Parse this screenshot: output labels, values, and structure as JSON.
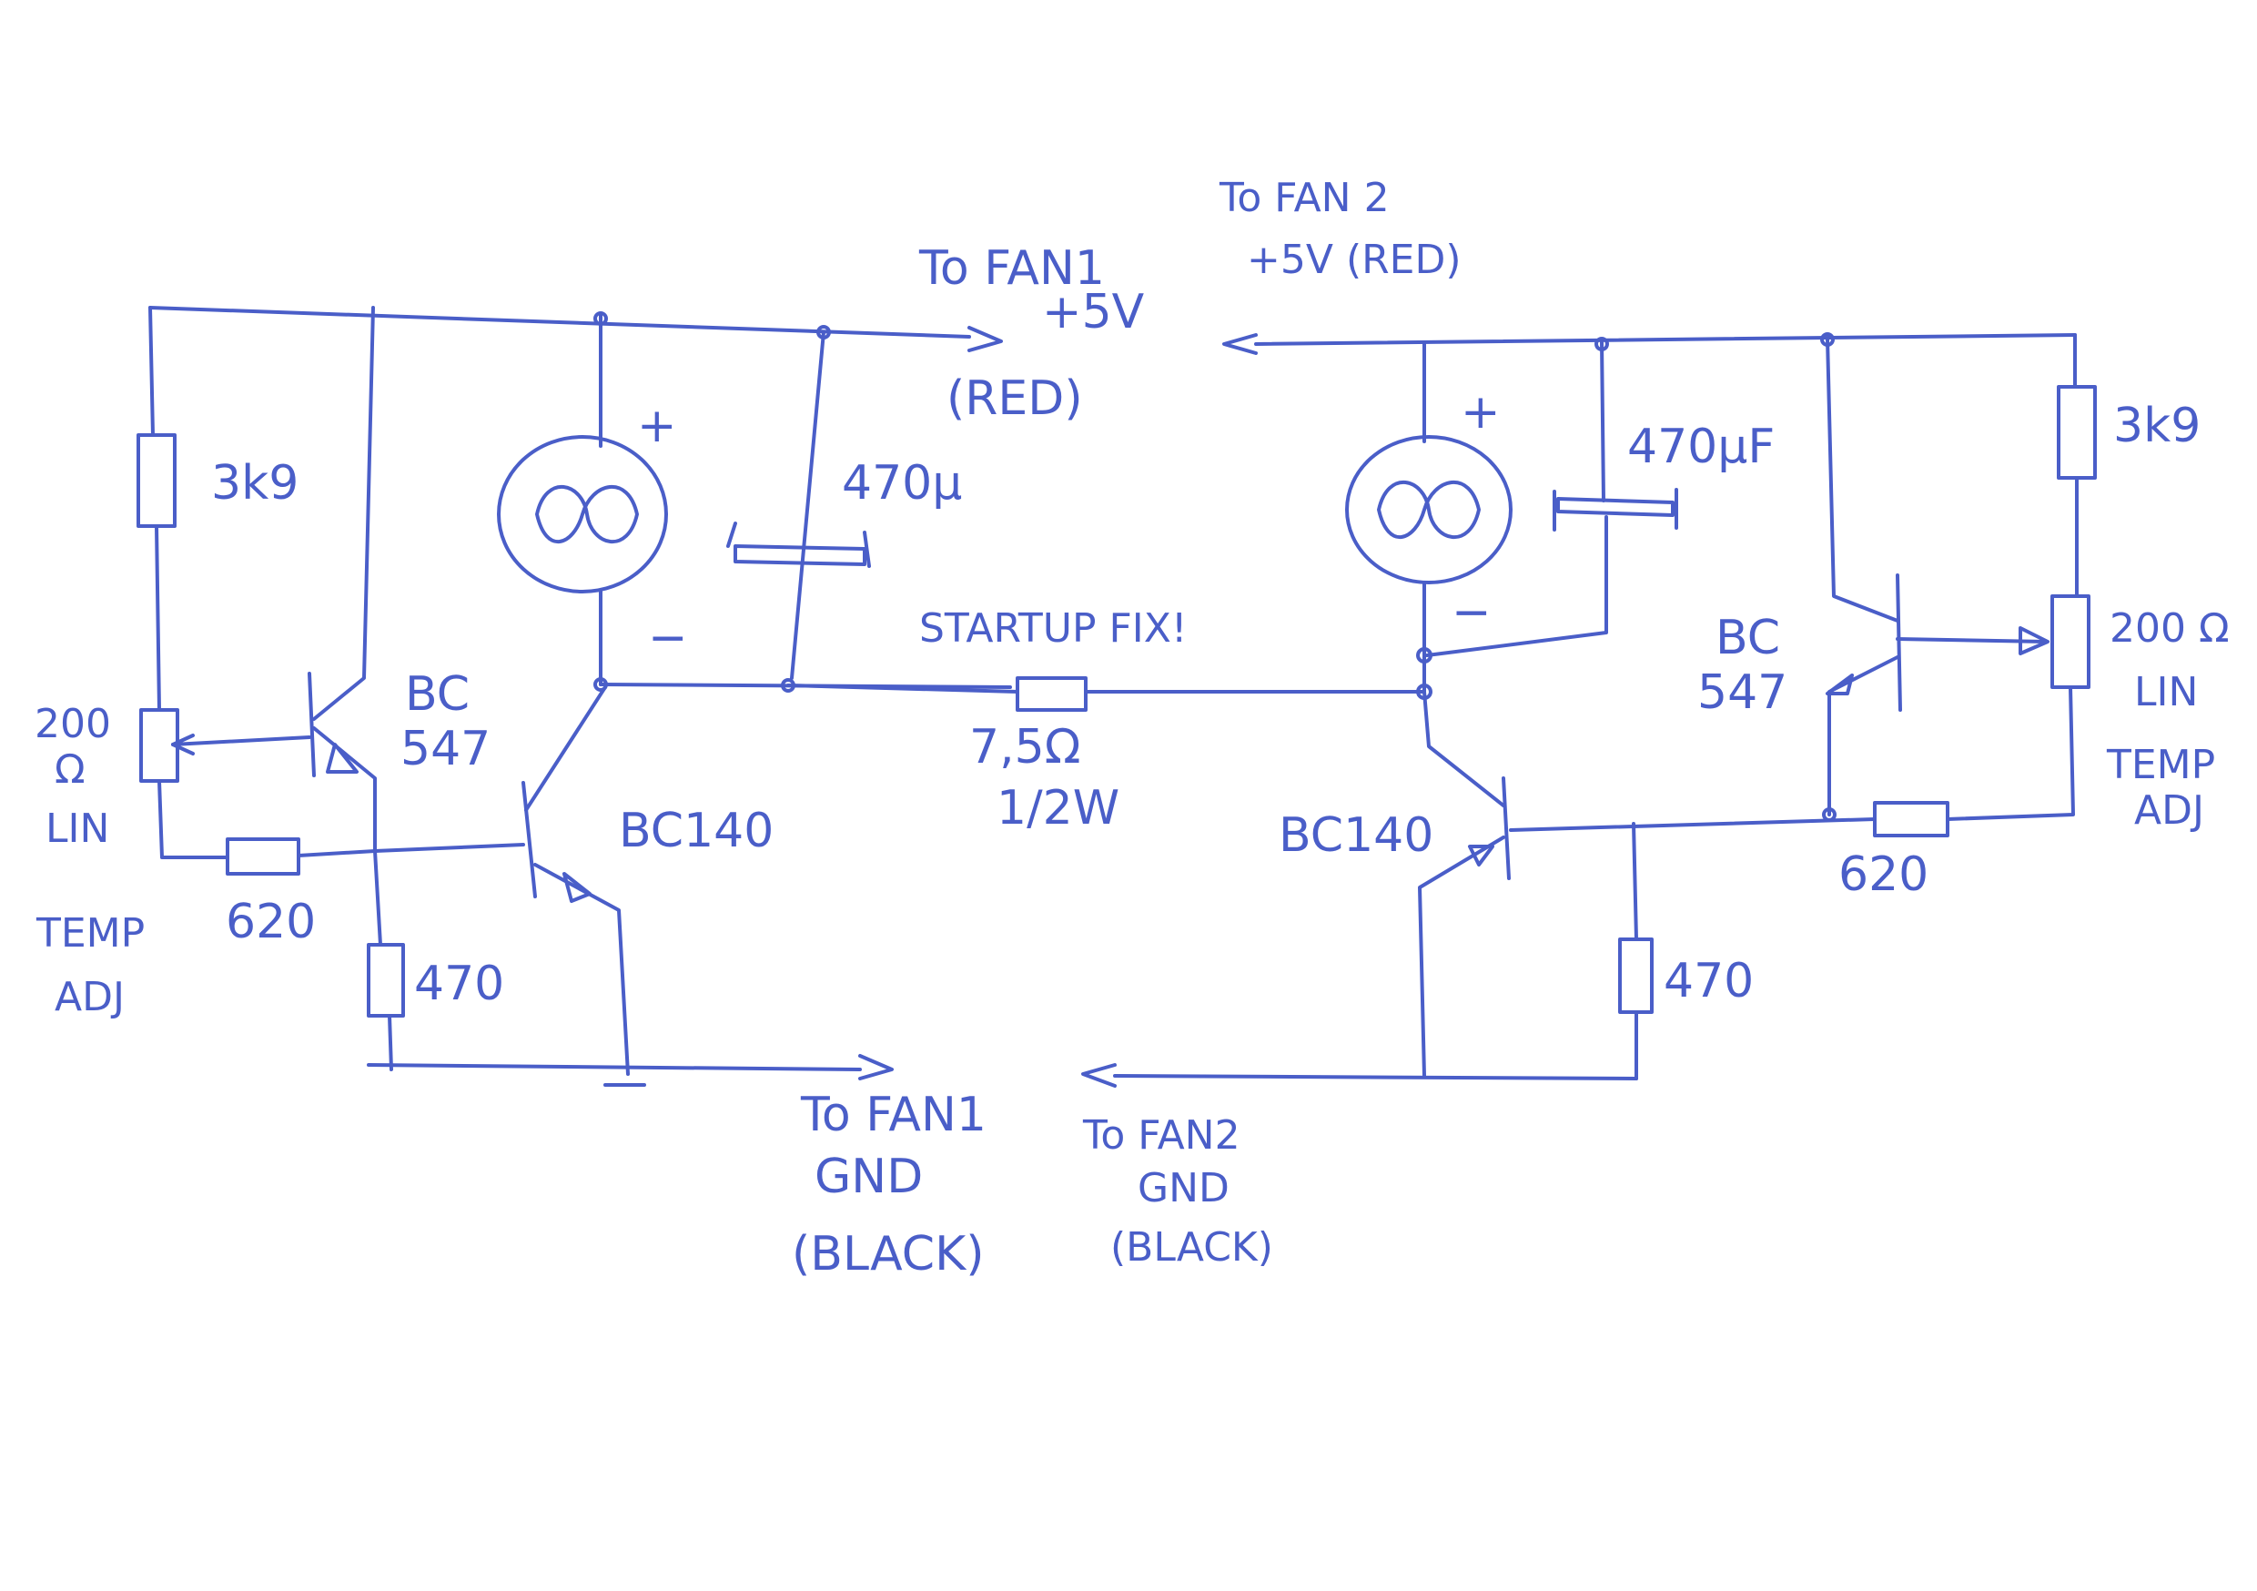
{
  "sheet": {
    "ink_color": "#4a5ec8",
    "paper_color": "#ffffff"
  },
  "left_circuit": {
    "r_top": "3k9",
    "pot": "200 Ω LIN",
    "pot_value": "200",
    "pot_unit": "Ω",
    "pot_taper": "LIN",
    "pot_caption_1": "TEMP",
    "pot_caption_2": "ADJ",
    "r_base": "620",
    "r_emitter": "470",
    "small_transistor_1": "BC",
    "small_transistor_2": "547",
    "power_transistor": "BC140",
    "cap": "470µ",
    "fan_plus": "+",
    "fan_minus": "−"
  },
  "right_circuit": {
    "r_top": "3k9",
    "pot_value": "200 Ω",
    "pot_taper": "LIN",
    "pot_caption_1": "TEMP",
    "pot_caption_2": "ADJ",
    "r_base": "620",
    "r_emitter": "470",
    "small_transistor_1": "BC",
    "small_transistor_2": "547",
    "power_transistor": "BC140",
    "cap": "470µF",
    "fan_plus": "+",
    "fan_minus": "−"
  },
  "bridge": {
    "title": "STARTUP FIX!",
    "resistor": "7,5Ω",
    "power": "1/2W"
  },
  "terminals": {
    "fan1_plus_1": "To FAN1",
    "fan1_plus_2": "+5V",
    "fan1_plus_3": "(RED)",
    "fan2_plus_1": "To FAN 2",
    "fan2_plus_2": "+5V (RED)",
    "fan1_gnd_1": "To FAN1",
    "fan1_gnd_2": "GND",
    "fan1_gnd_3": "(BLACK)",
    "fan2_gnd_1": "To FAN2",
    "fan2_gnd_2": "GND",
    "fan2_gnd_3": "(BLACK)"
  }
}
